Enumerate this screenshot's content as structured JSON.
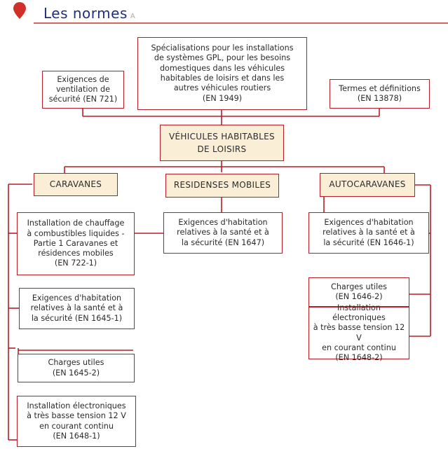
{
  "header": {
    "title": "Les normes",
    "title_mark": "A"
  },
  "top": {
    "ventilation": "Exigences de\nventilation de\nsécurité (EN 721)",
    "gpl": "Spécialisations pour les installations\nde systèmes GPL, pour les besoins\ndomestiques dans les véhicules\nhabitables de loisirs et dans les\nautres véhicules routiers\n(EN 1949)",
    "termes": "Termes et définitions\n(EN 13878)"
  },
  "central": "VÉHICULES HABITABLES\nDE LOISIRS",
  "categories": {
    "caravanes": "CARAVANES",
    "residenses": "RESIDENSES MOBILES",
    "autocaravanes": "AUTOCARAVANES"
  },
  "caravanes_items": [
    "Installation de chauffage\nà combustibles liquides -\nPartie 1 Caravanes et\nrésidences mobiles\n(EN 722-1)",
    "Exigences d'habitation\nrelatives à la santé et à\nla sécurité (EN 1645-1)",
    "Charges utiles\n(EN 1645-2)",
    "Installation électroniques\nà très basse tension 12 V\nen courant continu\n(EN 1648-1)"
  ],
  "residenses_items": [
    "Exigences d'habitation\nrelatives à la santé et à\nla sécurité (EN 1647)"
  ],
  "autocaravanes_items": [
    "Exigences d'habitation\nrelatives à la santé et à\nla sécurité (EN 1646-1)",
    "Charges utiles\n(EN 1646-2)",
    "Installation électroniques\nà très basse tension 12 V\nen courant continu\n(EN 1648-2)"
  ],
  "colors": {
    "line": "#b51f27",
    "category_fill": "#fbeed7",
    "title": "#1f2f7a"
  }
}
